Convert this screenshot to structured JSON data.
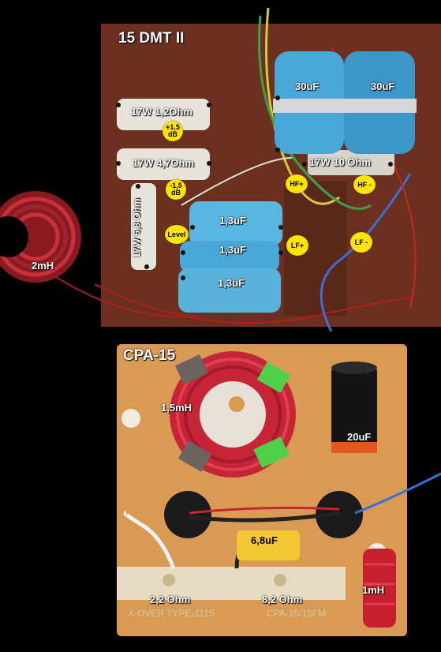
{
  "top_board": {
    "title": "15 DMT II",
    "components": {
      "resistor_1": "17W 1,2Ohm",
      "resistor_2": "17W 4,7Ohm",
      "resistor_3": "17W 6,8 Ohm",
      "resistor_4": "17W 10 Ohm",
      "cap_30uf_left": "30uF",
      "cap_30uf_right": "30uF",
      "cap_1_3_top": "1,3uF",
      "cap_1_3_mid": "1,3uF",
      "cap_1_3_bottom": "1,3uF",
      "coil": "2mH"
    },
    "badges": {
      "plus_1_5": "+1,5\ndB",
      "minus_1_5": "-1,5\ndB",
      "level": "Level",
      "hf_plus": "HF+",
      "hf_minus": "HF -",
      "lf_plus": "LF+",
      "lf_minus": "LF -"
    }
  },
  "bottom_board": {
    "title": "CPA-15",
    "components": {
      "coil_large": "1,5mH",
      "cap_20uf": "20uF",
      "cap_6_8": "6,8uF",
      "coil_small": "1mH",
      "res_2_2": "2,2 Ohm",
      "res_8_2": "8,2 Ohm"
    },
    "board_print": {
      "type": "X-OVER TYPE-1115",
      "model": "CPA-15/15FM"
    }
  },
  "colors": {
    "board_brown": "#6b3020",
    "board_orange": "#d99a55",
    "cap_blue": "#4aa8d8",
    "coil_red": "#cc2a3a",
    "badge_yellow": "#ffe400"
  }
}
